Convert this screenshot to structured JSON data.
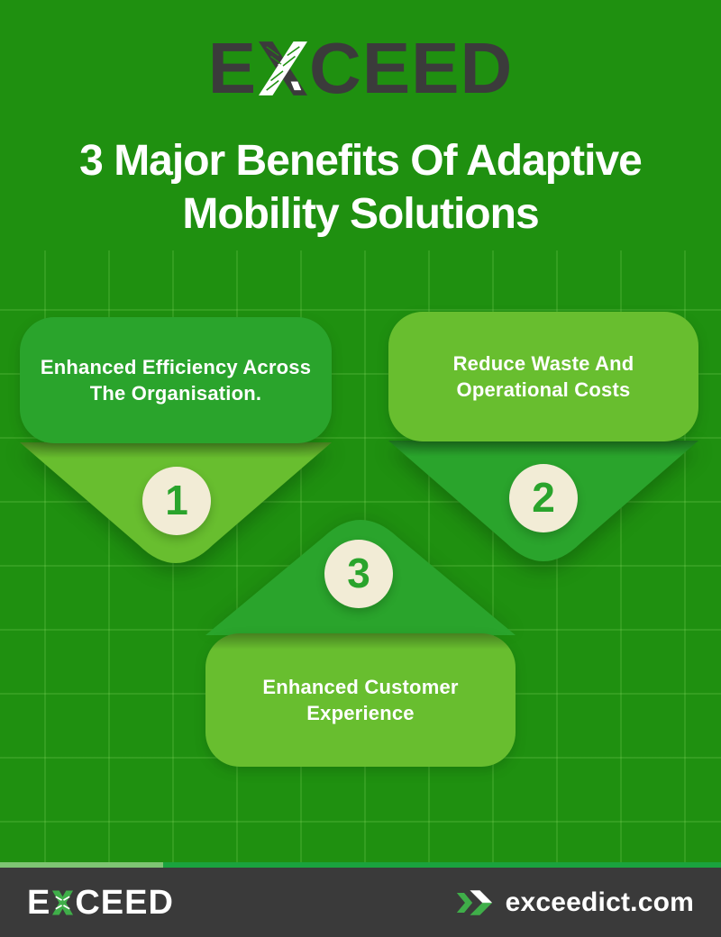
{
  "header": {
    "logo": {
      "part_before_x": "E",
      "x_letter": "X",
      "part_after_x": "CEED"
    },
    "title_line1": "3 Major Benefits Of Adaptive",
    "title_line2": "Mobility Solutions"
  },
  "benefits": [
    {
      "number": "1",
      "line1": "Enhanced Efficiency Across",
      "line2": "The Organisation."
    },
    {
      "number": "2",
      "line1": "Reduce Waste And",
      "line2": "Operational Costs"
    },
    {
      "number": "3",
      "line1": "Enhanced Customer",
      "line2": "Experience"
    }
  ],
  "footer": {
    "logo": {
      "part_before_x": "E",
      "x_letter": "X",
      "part_after_x": "CEED"
    },
    "website": "exceedict.com",
    "chevron_icon": "double-chevron-right"
  },
  "colors": {
    "background_green": "#1f9010",
    "grid_line_green": "#82d75f",
    "card_medium_green": "#2aa42c",
    "card_light_green": "#68be2f",
    "circle_cream": "#f2ecd6",
    "number_green": "#2aa42c",
    "title_white": "#ffffff",
    "logo_dark": "#3b3b3b",
    "footer_bg": "#3a3a3a",
    "footer_accent_green": "#3fae49",
    "bar_left_green": "#7ec573",
    "bar_right_green": "#1aa33e"
  }
}
